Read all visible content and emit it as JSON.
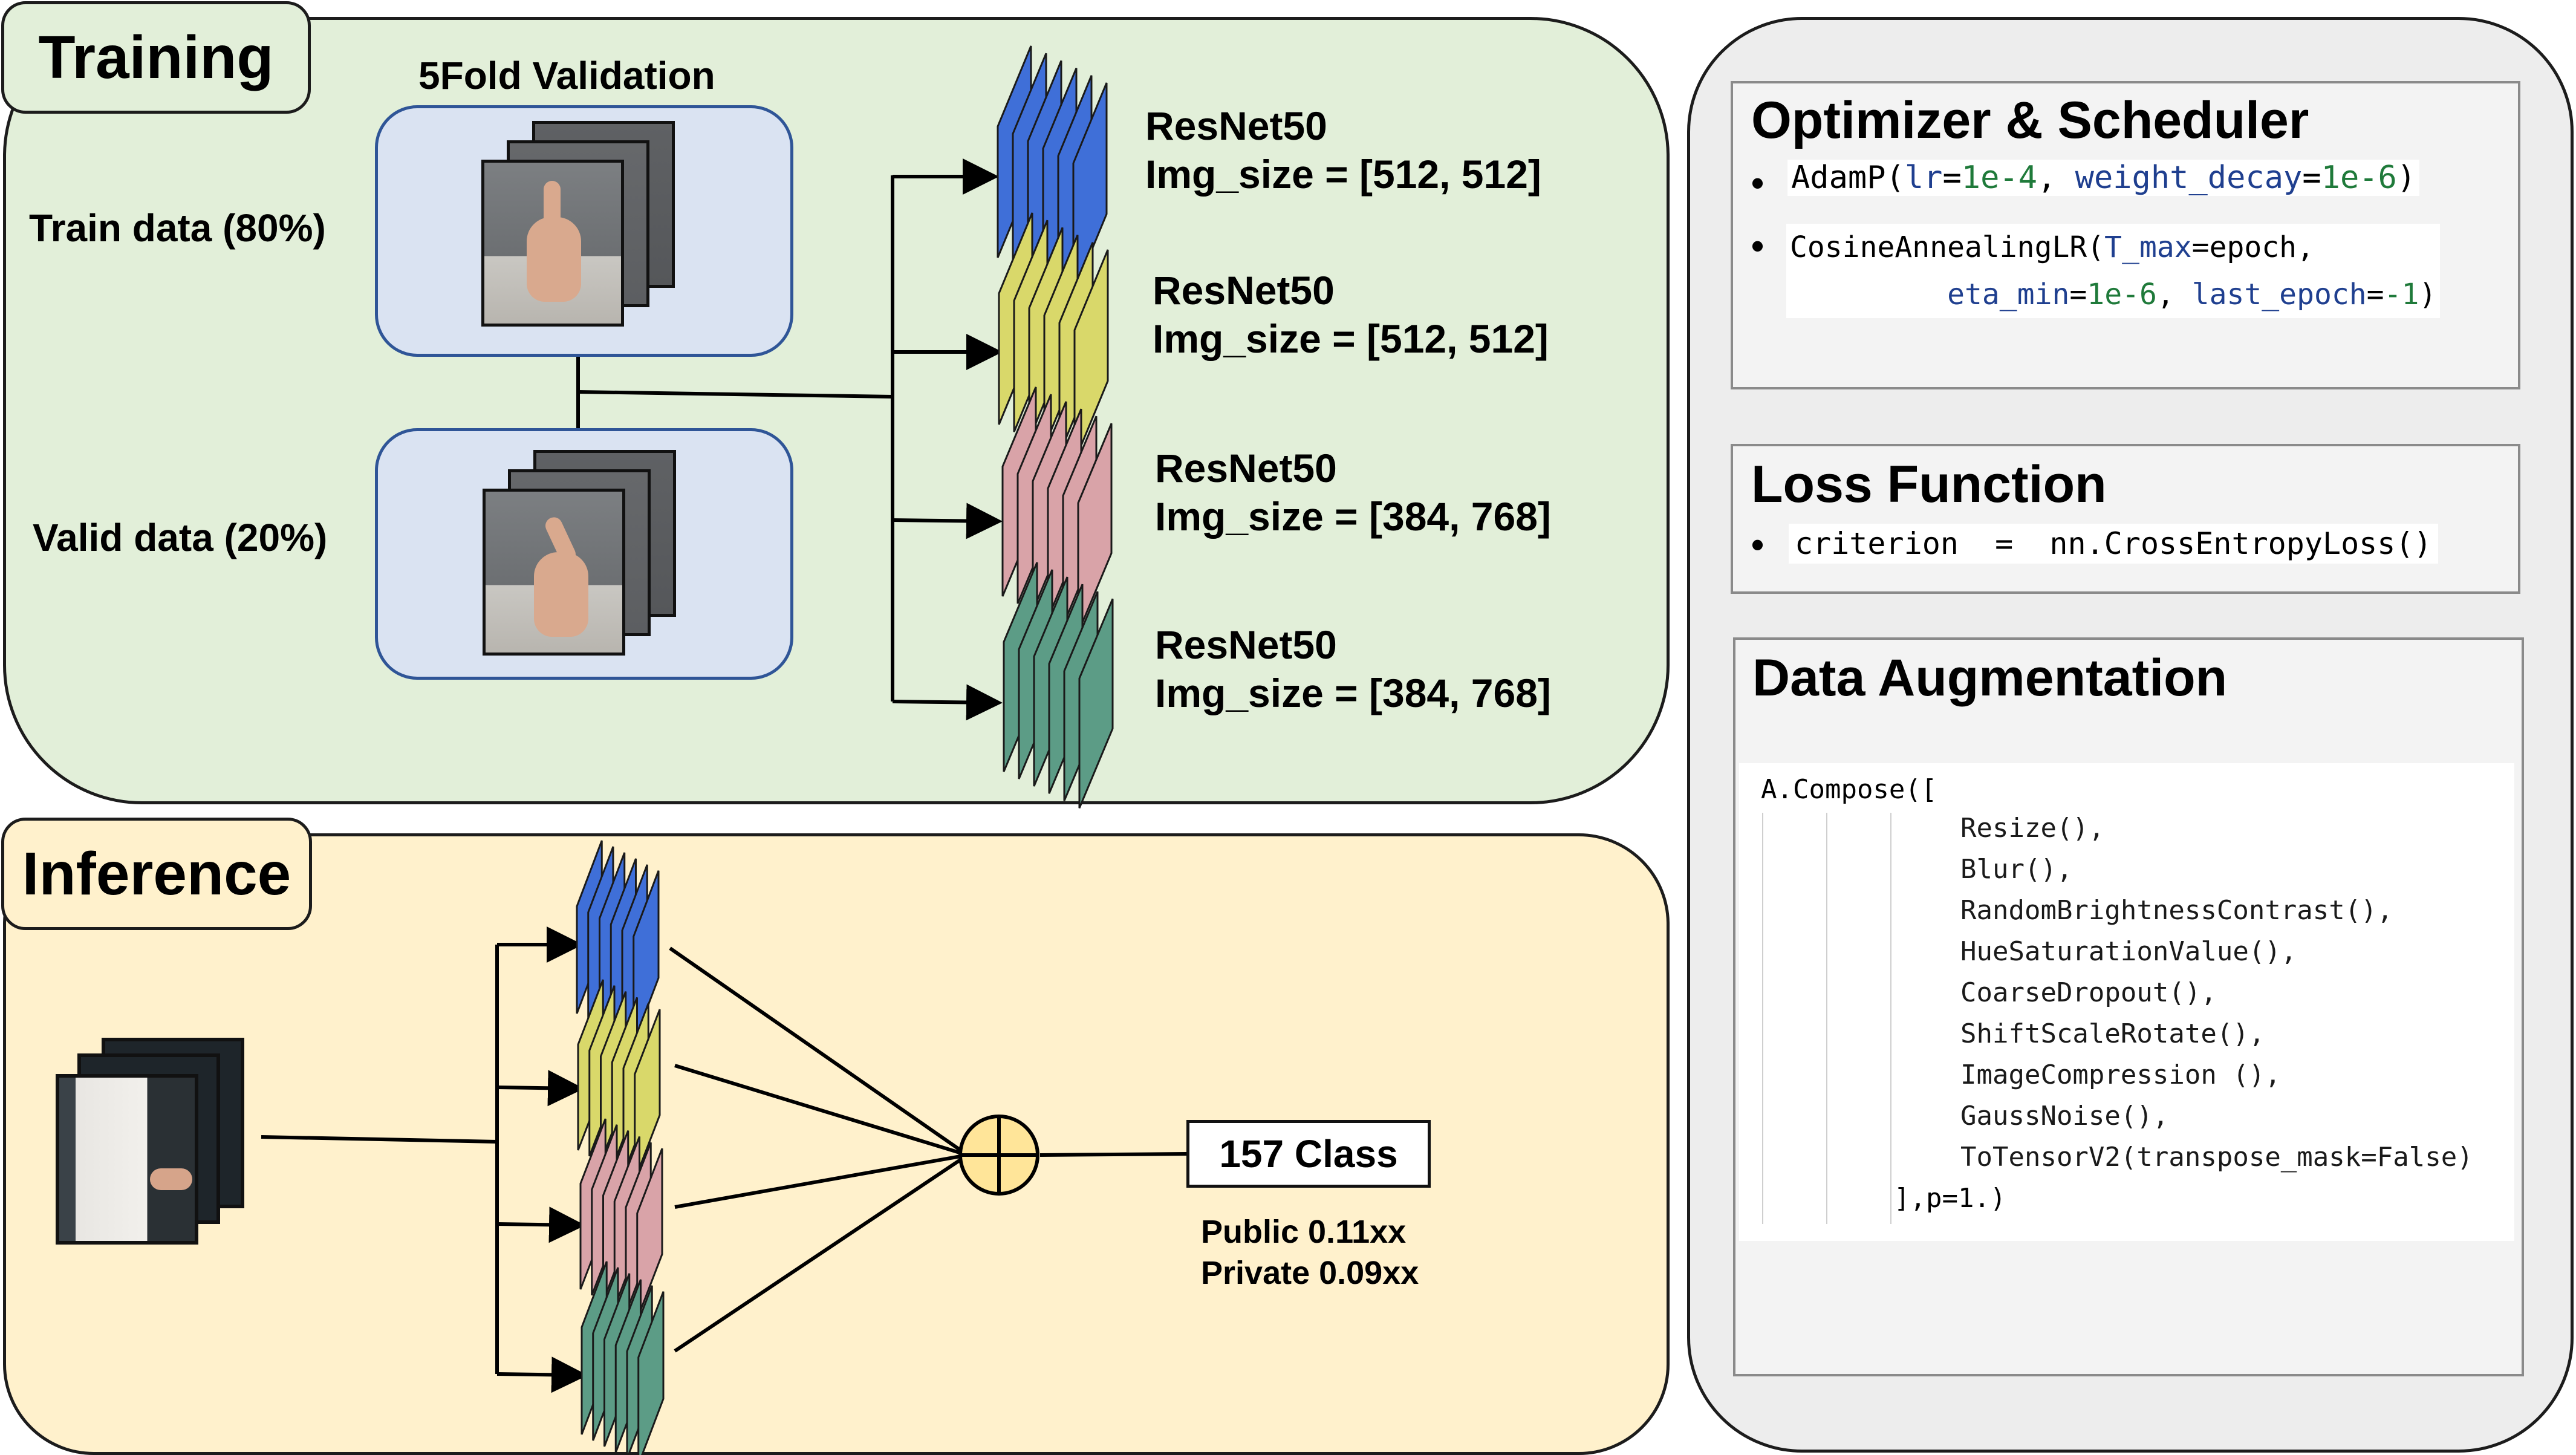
{
  "training": {
    "tag": "Training",
    "fold_title": "5Fold Validation",
    "train_label": "Train data (80%)",
    "valid_label": "Valid data (20%)",
    "models": [
      {
        "name": "ResNet50",
        "img_size": "Img_size  =  [512, 512]",
        "color": "#3f6fd8"
      },
      {
        "name": "ResNet50",
        "img_size": "Img_size  =  [512, 512]",
        "color": "#d9d86a"
      },
      {
        "name": "ResNet50",
        "img_size": "Img_size  =  [384, 768]",
        "color": "#d9a3a8"
      },
      {
        "name": "ResNet50",
        "img_size": "Img_size  =  [384, 768]",
        "color": "#5c9c86"
      }
    ]
  },
  "inference": {
    "tag": "Inference",
    "output_label": "157 Class",
    "public_score": "Public   0.11xx",
    "private_score": "Private  0.09xx"
  },
  "settings": {
    "optimizer": {
      "title": "Optimizer & Scheduler",
      "bullet": "•"
    },
    "loss": {
      "title": "Loss Function",
      "code": "criterion  =  nn.CrossEntropyLoss()",
      "bullet": "•"
    },
    "augmentation": {
      "title": "Data Augmentation",
      "header": "A.Compose([",
      "items": [
        "Resize(),",
        "Blur(),",
        "RandomBrightnessContrast(),",
        "HueSaturationValue(),",
        "CoarseDropout(),",
        "ShiftScaleRotate(),",
        "ImageCompression (),",
        "GaussNoise(),",
        "ToTensorV2(transpose_mask=False)"
      ],
      "footer": "],p=1.)"
    }
  },
  "colors": {
    "training_bg": "#e2efd9",
    "inference_bg": "#fff1cc",
    "settings_bg": "#ededed",
    "data_box_bg": "#dae3f2",
    "data_box_border": "#2f5597",
    "sum_node": "#ffe599"
  }
}
